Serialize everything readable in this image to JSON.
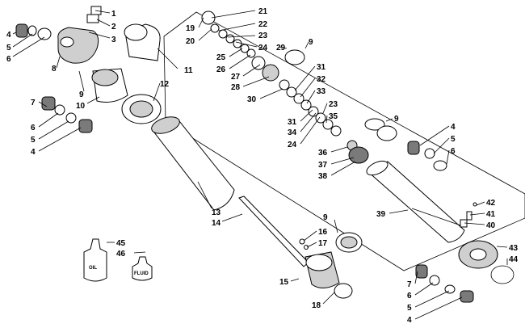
{
  "callouts": [
    {
      "id": "c1",
      "text": "1"
    },
    {
      "id": "c2",
      "text": "2"
    },
    {
      "id": "c3",
      "text": "3"
    },
    {
      "id": "c4a",
      "text": "4"
    },
    {
      "id": "c5a",
      "text": "5"
    },
    {
      "id": "c6a",
      "text": "6"
    },
    {
      "id": "c8",
      "text": "8"
    },
    {
      "id": "c9a",
      "text": "9"
    },
    {
      "id": "c10",
      "text": "10"
    },
    {
      "id": "c11",
      "text": "11"
    },
    {
      "id": "c12",
      "text": "12"
    },
    {
      "id": "c7a",
      "text": "7"
    },
    {
      "id": "c6b",
      "text": "6"
    },
    {
      "id": "c5b",
      "text": "5"
    },
    {
      "id": "c4b",
      "text": "4"
    },
    {
      "id": "c19",
      "text": "19"
    },
    {
      "id": "c20",
      "text": "20"
    },
    {
      "id": "c21",
      "text": "21"
    },
    {
      "id": "c22",
      "text": "22"
    },
    {
      "id": "c23a",
      "text": "23"
    },
    {
      "id": "c24a",
      "text": "24"
    },
    {
      "id": "c25",
      "text": "25"
    },
    {
      "id": "c26",
      "text": "26"
    },
    {
      "id": "c27",
      "text": "27"
    },
    {
      "id": "c28",
      "text": "28"
    },
    {
      "id": "c29",
      "text": "29"
    },
    {
      "id": "c9b",
      "text": "9"
    },
    {
      "id": "c30",
      "text": "30"
    },
    {
      "id": "c31a",
      "text": "31"
    },
    {
      "id": "c32",
      "text": "32"
    },
    {
      "id": "c33",
      "text": "33"
    },
    {
      "id": "c31b",
      "text": "31"
    },
    {
      "id": "c34",
      "text": "34"
    },
    {
      "id": "c24b",
      "text": "24"
    },
    {
      "id": "c23b",
      "text": "23"
    },
    {
      "id": "c35",
      "text": "35"
    },
    {
      "id": "c36",
      "text": "36"
    },
    {
      "id": "c37",
      "text": "37"
    },
    {
      "id": "c38",
      "text": "38"
    },
    {
      "id": "c9c",
      "text": "9"
    },
    {
      "id": "c4c",
      "text": "4"
    },
    {
      "id": "c5c",
      "text": "5"
    },
    {
      "id": "c6c",
      "text": "6"
    },
    {
      "id": "c13",
      "text": "13"
    },
    {
      "id": "c14",
      "text": "14"
    },
    {
      "id": "c39",
      "text": "39"
    },
    {
      "id": "c42",
      "text": "42"
    },
    {
      "id": "c41",
      "text": "41"
    },
    {
      "id": "c40",
      "text": "40"
    },
    {
      "id": "c9d",
      "text": "9"
    },
    {
      "id": "c16",
      "text": "16"
    },
    {
      "id": "c17",
      "text": "17"
    },
    {
      "id": "c15",
      "text": "15"
    },
    {
      "id": "c18",
      "text": "18"
    },
    {
      "id": "c45",
      "text": "45"
    },
    {
      "id": "c46",
      "text": "46"
    },
    {
      "id": "c43",
      "text": "43"
    },
    {
      "id": "c44",
      "text": "44"
    },
    {
      "id": "c7b",
      "text": "7"
    },
    {
      "id": "c6d",
      "text": "6"
    },
    {
      "id": "c5d",
      "text": "5"
    },
    {
      "id": "c4d",
      "text": "4"
    }
  ],
  "bottles": {
    "oil": "OIL",
    "fluid": "FLUID"
  }
}
